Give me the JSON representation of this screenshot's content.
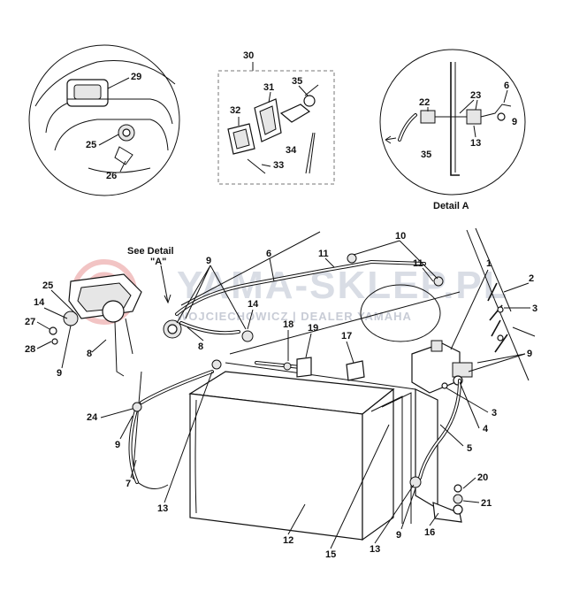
{
  "watermark": {
    "brand": "YAMA-SKLEP.PL",
    "subtitle": "WOJCIECHOWICZ | DEALER YAMAHA"
  },
  "captions": {
    "detail_a": "Detail A",
    "see_detail": "See Detail",
    "see_detail_ref": "\"A\""
  },
  "callouts": {
    "c1": "1",
    "c2": "2",
    "c3a": "3",
    "c3b": "3",
    "c4": "4",
    "c5": "5",
    "c6a": "6",
    "c6b": "6",
    "c7": "7",
    "c8a": "8",
    "c8b": "8",
    "c9a": "9",
    "c9b": "9",
    "c9c": "9",
    "c9d": "9",
    "c9e": "9",
    "c9f": "9",
    "c10": "10",
    "c11a": "11",
    "c11b": "11",
    "c12": "12",
    "c13a": "13",
    "c13b": "13",
    "c13c": "13",
    "c14a": "14",
    "c14b": "14",
    "c15": "15",
    "c16": "16",
    "c17": "17",
    "c18": "18",
    "c19": "19",
    "c20": "20",
    "c21": "21",
    "c22": "22",
    "c23": "23",
    "c24": "24",
    "c25a": "25",
    "c25b": "25",
    "c26": "26",
    "c27": "27",
    "c28": "28",
    "c29": "29",
    "c30": "30",
    "c31": "31",
    "c32": "32",
    "c33": "33",
    "c34": "34",
    "c35a": "35",
    "c35b": "35"
  },
  "colors": {
    "line": "#111111",
    "watermark_text": "#d9dde5",
    "watermark_logo": "#f2c4c4"
  }
}
